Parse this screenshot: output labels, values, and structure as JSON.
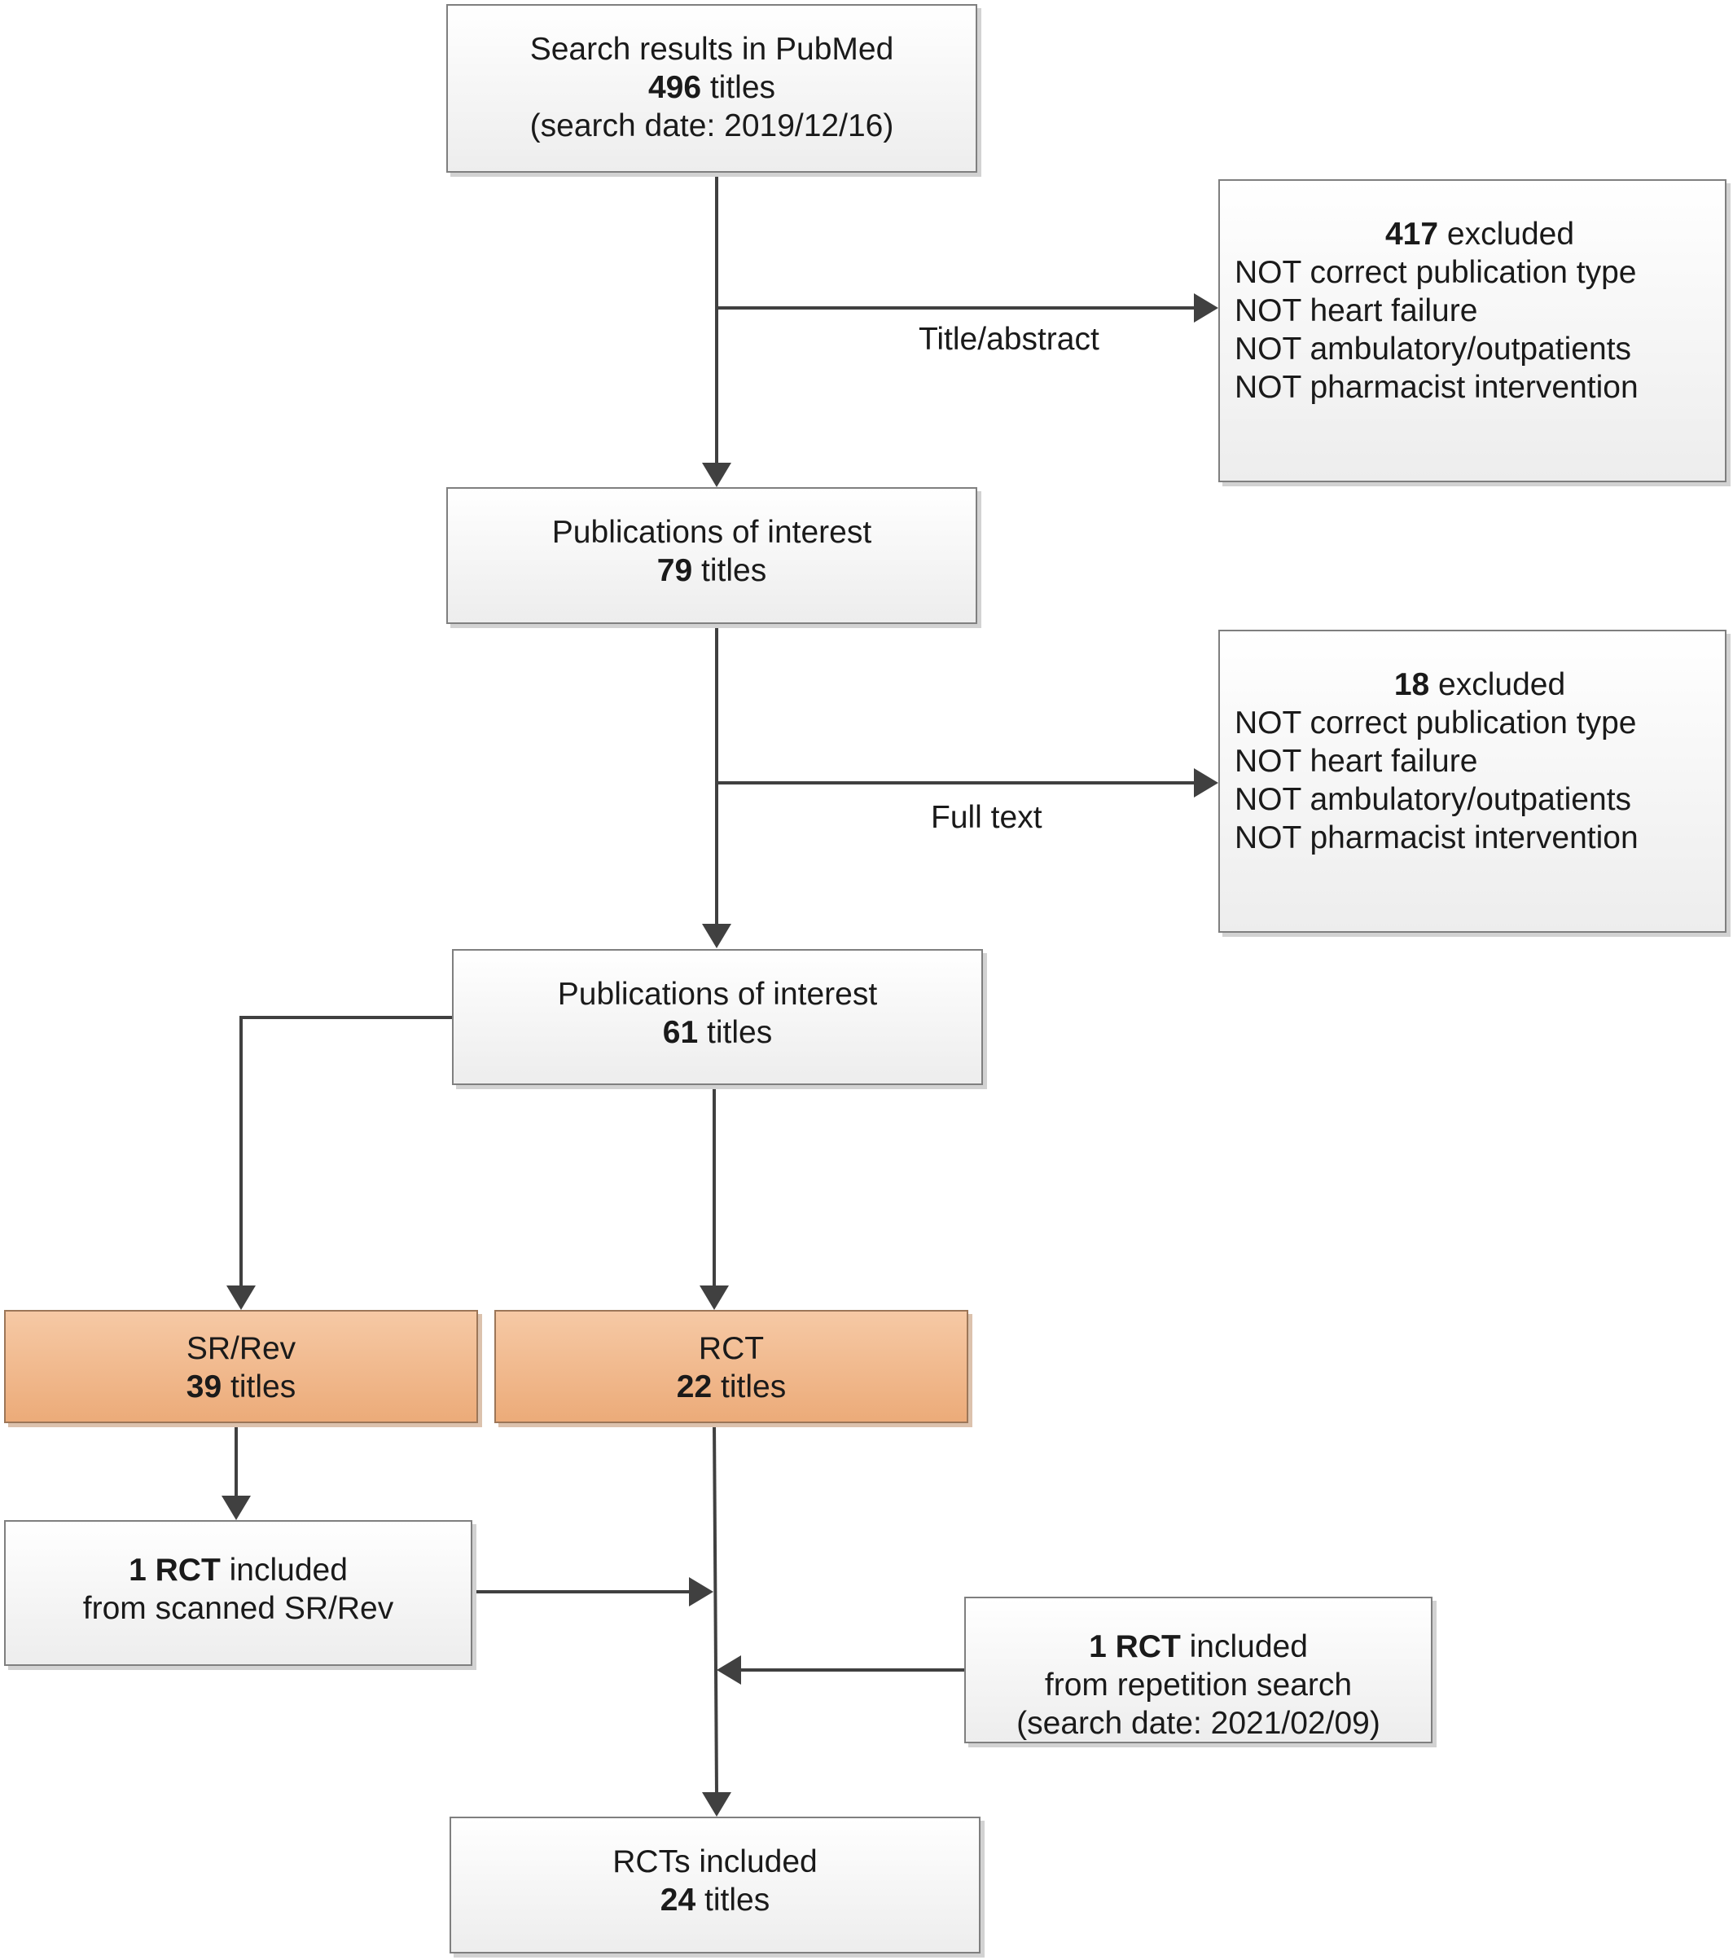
{
  "nodes": {
    "search": {
      "line1": "Search results in PubMed",
      "count": "496",
      "unit": " titles",
      "line3": "(search date: 2019/12/16)"
    },
    "excluded_1": {
      "count": "417",
      "suffix": " excluded",
      "reasons": [
        "NOT correct publication type",
        "NOT heart failure",
        "NOT ambulatory/outpatients",
        "NOT pharmacist intervention"
      ]
    },
    "interest_1": {
      "line1": "Publications of interest",
      "count": "79",
      "unit": " titles"
    },
    "excluded_2": {
      "count": "18",
      "suffix": " excluded",
      "reasons": [
        "NOT correct publication type",
        "NOT heart failure",
        "NOT ambulatory/outpatients",
        "NOT pharmacist intervention"
      ]
    },
    "interest_2": {
      "line1": "Publications of interest",
      "count": "61",
      "unit": " titles"
    },
    "sr_rev": {
      "line1": "SR/Rev",
      "count": "39",
      "unit": " titles"
    },
    "rct": {
      "line1": "RCT",
      "count": "22",
      "unit": " titles"
    },
    "rct_from_sr": {
      "bold": "1 RCT",
      "rest": " included",
      "line2": "from scanned SR/Rev"
    },
    "rct_repetition": {
      "bold": "1 RCT",
      "rest": " included",
      "line2": "from repetition search",
      "line3": "(search date: 2021/02/09)"
    },
    "final": {
      "line1": "RCTs included",
      "count": "24",
      "unit": " titles"
    }
  },
  "edge_labels": {
    "screen_1": "Title/abstract",
    "screen_2": "Full text"
  },
  "colors": {
    "box_fill": "#f2f2f2",
    "box_border": "#7f7f7f",
    "highlight_fill": "#f0b285",
    "connector": "#404040"
  }
}
